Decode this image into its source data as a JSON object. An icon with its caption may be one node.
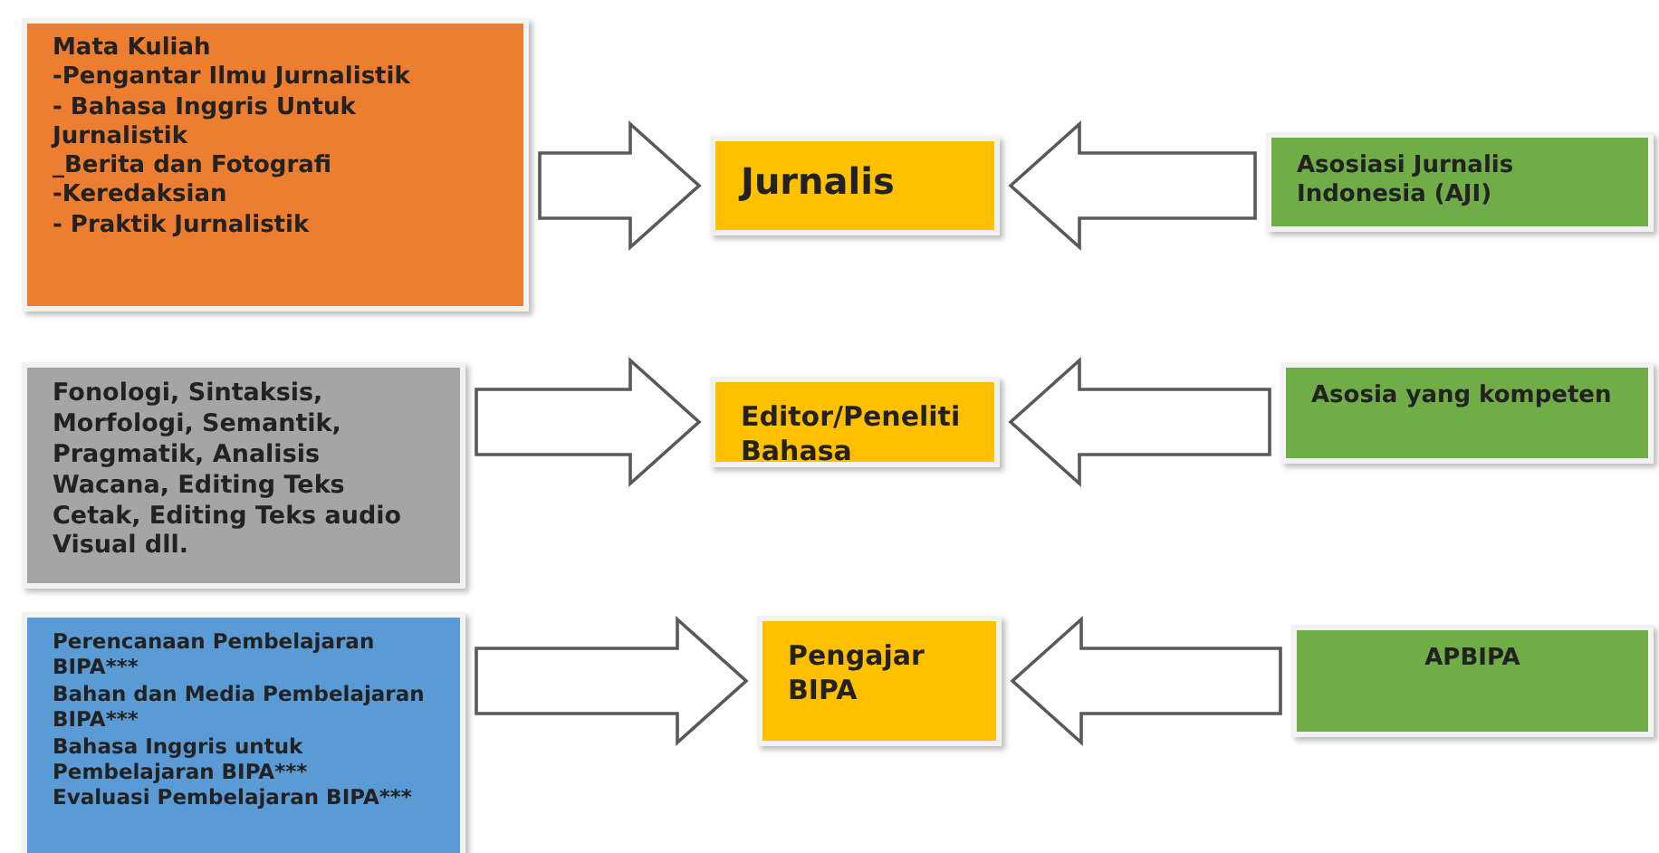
{
  "diagram": {
    "nodes": [
      {
        "text": [
          "Mata Kuliah",
          "-Pengantar Ilmu Jurnalistik",
          "- Bahasa Inggris Untuk Jurnalistik",
          "_Berita dan Fotografi",
          "-Keredaksian",
          "- Praktik Jurnalistik"
        ]
      },
      {
        "text": [
          "Jurnalis"
        ]
      },
      {
        "text": [
          "Asosiasi Jurnalis Indonesia (AJI)"
        ]
      },
      {
        "text": [
          "Fonologi, Sintaksis, Morfologi, Semantik, Pragmatik, Analisis Wacana, Editing Teks Cetak, Editing Teks audio Visual dll."
        ]
      },
      {
        "text": [
          "Editor/Peneliti Bahasa"
        ]
      },
      {
        "text": [
          "Asosia yang kompeten"
        ]
      },
      {
        "text": [
          "Perencanaan Pembelajaran BIPA***",
          "Bahan dan Media Pembelajaran BIPA***",
          "Bahasa Inggris untuk Pembelajaran BIPA***",
          "Evaluasi Pembelajaran BIPA***"
        ]
      },
      {
        "text": [
          "Pengajar BIPA"
        ]
      },
      {
        "text": [
          "APBIPA"
        ]
      }
    ],
    "edges": [
      {
        "from": 0,
        "to": 1,
        "arrow": "to"
      },
      {
        "from": 2,
        "to": 1,
        "arrow": "to"
      },
      {
        "from": 3,
        "to": 4,
        "arrow": "to"
      },
      {
        "from": 5,
        "to": 4,
        "arrow": "to"
      },
      {
        "from": 6,
        "to": 7,
        "arrow": "to"
      },
      {
        "from": 8,
        "to": 7,
        "arrow": "to"
      }
    ]
  }
}
